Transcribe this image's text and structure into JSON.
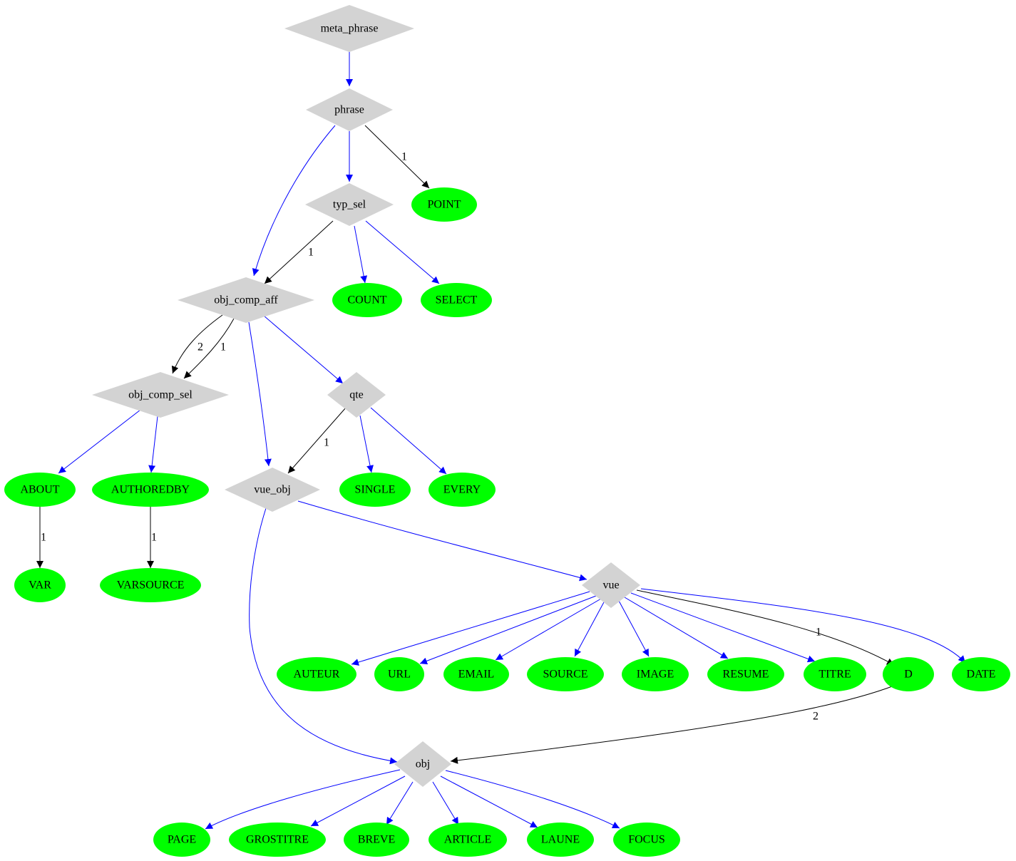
{
  "colors": {
    "nonterminal_fill": "#d3d3d3",
    "terminal_fill": "#00ff00",
    "default_edge": "#0000ff",
    "ordered_edge": "#000000"
  },
  "nodes": {
    "meta_phrase": {
      "label": "meta_phrase",
      "kind": "nonterminal"
    },
    "phrase": {
      "label": "phrase",
      "kind": "nonterminal"
    },
    "typ_sel": {
      "label": "typ_sel",
      "kind": "nonterminal"
    },
    "POINT": {
      "label": "POINT",
      "kind": "terminal"
    },
    "obj_comp_aff": {
      "label": "obj_comp_aff",
      "kind": "nonterminal"
    },
    "COUNT": {
      "label": "COUNT",
      "kind": "terminal"
    },
    "SELECT": {
      "label": "SELECT",
      "kind": "terminal"
    },
    "obj_comp_sel": {
      "label": "obj_comp_sel",
      "kind": "nonterminal"
    },
    "qte": {
      "label": "qte",
      "kind": "nonterminal"
    },
    "ABOUT": {
      "label": "ABOUT",
      "kind": "terminal"
    },
    "AUTHOREDBY": {
      "label": "AUTHOREDBY",
      "kind": "terminal"
    },
    "vue_obj": {
      "label": "vue_obj",
      "kind": "nonterminal"
    },
    "SINGLE": {
      "label": "SINGLE",
      "kind": "terminal"
    },
    "EVERY": {
      "label": "EVERY",
      "kind": "terminal"
    },
    "VAR": {
      "label": "VAR",
      "kind": "terminal"
    },
    "VARSOURCE": {
      "label": "VARSOURCE",
      "kind": "terminal"
    },
    "vue": {
      "label": "vue",
      "kind": "nonterminal"
    },
    "AUTEUR": {
      "label": "AUTEUR",
      "kind": "terminal"
    },
    "URL": {
      "label": "URL",
      "kind": "terminal"
    },
    "EMAIL": {
      "label": "EMAIL",
      "kind": "terminal"
    },
    "SOURCE": {
      "label": "SOURCE",
      "kind": "terminal"
    },
    "IMAGE": {
      "label": "IMAGE",
      "kind": "terminal"
    },
    "RESUME": {
      "label": "RESUME",
      "kind": "terminal"
    },
    "TITRE": {
      "label": "TITRE",
      "kind": "terminal"
    },
    "D": {
      "label": "D",
      "kind": "terminal"
    },
    "DATE": {
      "label": "DATE",
      "kind": "terminal"
    },
    "obj": {
      "label": "obj",
      "kind": "nonterminal"
    },
    "PAGE": {
      "label": "PAGE",
      "kind": "terminal"
    },
    "GROSTITRE": {
      "label": "GROSTITRE",
      "kind": "terminal"
    },
    "BREVE": {
      "label": "BREVE",
      "kind": "terminal"
    },
    "ARTICLE": {
      "label": "ARTICLE",
      "kind": "terminal"
    },
    "LAUNE": {
      "label": "LAUNE",
      "kind": "terminal"
    },
    "FOCUS": {
      "label": "FOCUS",
      "kind": "terminal"
    }
  },
  "edges": [
    {
      "id": "e1",
      "from": "meta_phrase",
      "to": "phrase",
      "label": "",
      "style": "default"
    },
    {
      "id": "e2",
      "from": "phrase",
      "to": "obj_comp_aff",
      "label": "",
      "style": "default"
    },
    {
      "id": "e3",
      "from": "phrase",
      "to": "typ_sel",
      "label": "",
      "style": "default"
    },
    {
      "id": "e4",
      "from": "phrase",
      "to": "POINT",
      "label": "1",
      "style": "ordered"
    },
    {
      "id": "e5",
      "from": "typ_sel",
      "to": "obj_comp_aff",
      "label": "1",
      "style": "ordered"
    },
    {
      "id": "e6",
      "from": "typ_sel",
      "to": "COUNT",
      "label": "",
      "style": "default"
    },
    {
      "id": "e7",
      "from": "typ_sel",
      "to": "SELECT",
      "label": "",
      "style": "default"
    },
    {
      "id": "e8",
      "from": "obj_comp_aff",
      "to": "obj_comp_sel",
      "label": "2",
      "style": "ordered"
    },
    {
      "id": "e9",
      "from": "obj_comp_aff",
      "to": "obj_comp_sel",
      "label": "1",
      "style": "ordered"
    },
    {
      "id": "e10",
      "from": "obj_comp_aff",
      "to": "vue_obj",
      "label": "",
      "style": "default"
    },
    {
      "id": "e11",
      "from": "obj_comp_aff",
      "to": "qte",
      "label": "",
      "style": "default"
    },
    {
      "id": "e12",
      "from": "obj_comp_sel",
      "to": "ABOUT",
      "label": "",
      "style": "default"
    },
    {
      "id": "e13",
      "from": "obj_comp_sel",
      "to": "AUTHOREDBY",
      "label": "",
      "style": "default"
    },
    {
      "id": "e14",
      "from": "qte",
      "to": "vue_obj",
      "label": "1",
      "style": "ordered"
    },
    {
      "id": "e15",
      "from": "qte",
      "to": "SINGLE",
      "label": "",
      "style": "default"
    },
    {
      "id": "e16",
      "from": "qte",
      "to": "EVERY",
      "label": "",
      "style": "default"
    },
    {
      "id": "e17",
      "from": "ABOUT",
      "to": "VAR",
      "label": "1",
      "style": "ordered"
    },
    {
      "id": "e18",
      "from": "AUTHOREDBY",
      "to": "VARSOURCE",
      "label": "1",
      "style": "ordered"
    },
    {
      "id": "e19",
      "from": "vue_obj",
      "to": "vue",
      "label": "",
      "style": "default"
    },
    {
      "id": "e20",
      "from": "vue_obj",
      "to": "obj",
      "label": "",
      "style": "default"
    },
    {
      "id": "e21",
      "from": "vue",
      "to": "AUTEUR",
      "label": "",
      "style": "default"
    },
    {
      "id": "e22",
      "from": "vue",
      "to": "URL",
      "label": "",
      "style": "default"
    },
    {
      "id": "e23",
      "from": "vue",
      "to": "EMAIL",
      "label": "",
      "style": "default"
    },
    {
      "id": "e24",
      "from": "vue",
      "to": "SOURCE",
      "label": "",
      "style": "default"
    },
    {
      "id": "e25",
      "from": "vue",
      "to": "IMAGE",
      "label": "",
      "style": "default"
    },
    {
      "id": "e26",
      "from": "vue",
      "to": "RESUME",
      "label": "",
      "style": "default"
    },
    {
      "id": "e27",
      "from": "vue",
      "to": "TITRE",
      "label": "",
      "style": "default"
    },
    {
      "id": "e28",
      "from": "vue",
      "to": "D",
      "label": "1",
      "style": "ordered"
    },
    {
      "id": "e29",
      "from": "vue",
      "to": "DATE",
      "label": "",
      "style": "default"
    },
    {
      "id": "e30",
      "from": "D",
      "to": "obj",
      "label": "2",
      "style": "ordered"
    },
    {
      "id": "e31",
      "from": "obj",
      "to": "PAGE",
      "label": "",
      "style": "default"
    },
    {
      "id": "e32",
      "from": "obj",
      "to": "GROSTITRE",
      "label": "",
      "style": "default"
    },
    {
      "id": "e33",
      "from": "obj",
      "to": "BREVE",
      "label": "",
      "style": "default"
    },
    {
      "id": "e34",
      "from": "obj",
      "to": "ARTICLE",
      "label": "",
      "style": "default"
    },
    {
      "id": "e35",
      "from": "obj",
      "to": "LAUNE",
      "label": "",
      "style": "default"
    },
    {
      "id": "e36",
      "from": "obj",
      "to": "FOCUS",
      "label": "",
      "style": "default"
    }
  ]
}
